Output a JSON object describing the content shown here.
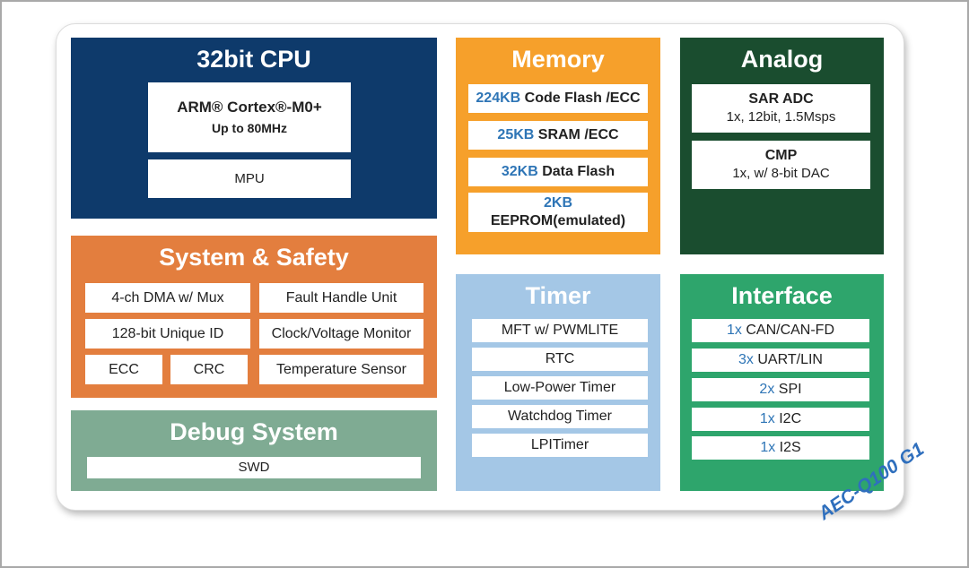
{
  "cpu": {
    "title": "32bit CPU",
    "core_name": "ARM® Cortex®-M0+",
    "core_freq": "Up to 80MHz",
    "mpu": "MPU"
  },
  "memory": {
    "title": "Memory",
    "items": [
      {
        "hl": "224KB",
        "text": " Code Flash /ECC"
      },
      {
        "hl": "25KB",
        "text": " SRAM /ECC"
      },
      {
        "hl": "32KB",
        "text": " Data Flash"
      },
      {
        "hl": "2KB",
        "text": "EEPROM(emulated)"
      }
    ]
  },
  "analog": {
    "title": "Analog",
    "items": [
      {
        "name": "SAR ADC",
        "desc": "1x, 12bit, 1.5Msps"
      },
      {
        "name": "CMP",
        "desc": "1x, w/ 8-bit DAC"
      }
    ]
  },
  "system": {
    "title": "System & Safety",
    "items": [
      "4-ch DMA w/ Mux",
      "Fault Handle Unit",
      "128-bit Unique ID",
      "Clock/Voltage Monitor",
      "ECC",
      "CRC",
      "Temperature Sensor"
    ]
  },
  "debug": {
    "title": "Debug System",
    "items": [
      "SWD"
    ]
  },
  "timer": {
    "title": "Timer",
    "items": [
      "MFT w/ PWMLITE",
      "RTC",
      "Low-Power Timer",
      "Watchdog Timer",
      "LPITimer"
    ]
  },
  "interface": {
    "title": "Interface",
    "items": [
      {
        "hl": "1x",
        "text": " CAN/CAN-FD"
      },
      {
        "hl": "3x",
        "text": " UART/LIN"
      },
      {
        "hl": "2x",
        "text": " SPI"
      },
      {
        "hl": "1x",
        "text": " I2C"
      },
      {
        "hl": "1x",
        "text": " I2S"
      }
    ]
  },
  "qualification": "AEC-Q100 G1",
  "colors": {
    "cpu": "#0e3a6b",
    "memory": "#f6a02b",
    "analog": "#1a4d2f",
    "system": "#e37e3e",
    "debug": "#7fab93",
    "timer": "#a4c7e6",
    "interface": "#2ea56c",
    "highlight": "#2e75b6"
  }
}
